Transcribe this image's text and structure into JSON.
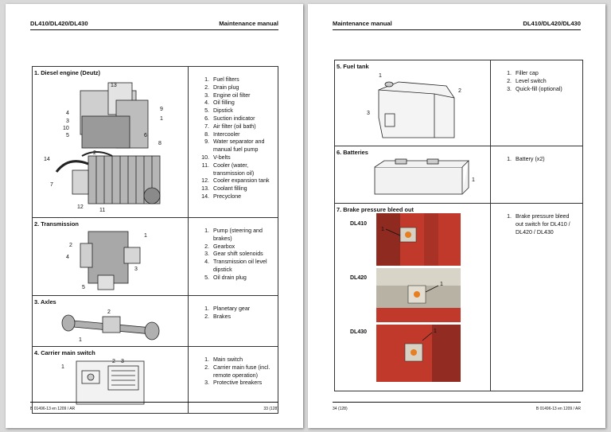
{
  "header": {
    "model": "DL410/DL420/DL430",
    "title": "Maintenance manual"
  },
  "left_page": {
    "footer": {
      "doc": "B 01496-13 en 1209 / AR",
      "page": "33 (128)"
    },
    "sections": [
      {
        "title": "1. Diesel engine (Deutz)",
        "callouts": [
          "13",
          "4",
          "3",
          "10",
          "5",
          "9",
          "1",
          "8",
          "6",
          "2",
          "14",
          "7",
          "12",
          "11"
        ],
        "items": [
          "Fuel filters",
          "Drain plug",
          "Engine oil filter",
          "Oil filling",
          "Dipstick",
          "Suction indicator",
          "Air filter (oil bath)",
          "Intercooler",
          "Water separator and manual fuel pump",
          "V-belts",
          "Cooler (water, transmission oil)",
          "Cooler expansion tank",
          "Coolant filling",
          "Precyclone"
        ]
      },
      {
        "title": "2. Transmission",
        "callouts": [
          "1",
          "2",
          "4",
          "3",
          "5"
        ],
        "items": [
          "Pump (steering and brakes)",
          "Gearbox",
          "Gear shift solenoids",
          "Transmission oil level dipstick",
          "Oil drain plug"
        ]
      },
      {
        "title": "3. Axles",
        "callouts": [
          "2",
          "1"
        ],
        "items": [
          "Planetary gear",
          "Brakes"
        ]
      },
      {
        "title": "4. Carrier main switch",
        "callouts": [
          "1",
          "2",
          "3"
        ],
        "items": [
          "Main switch",
          "Carrier main fuse (incl. remote operation)",
          "Protective breakers"
        ]
      }
    ]
  },
  "right_page": {
    "footer": {
      "page": "34 (128)",
      "doc": "B 01496-13 en 1209 / AR"
    },
    "sections": [
      {
        "title": "5. Fuel tank",
        "callouts": [
          "1",
          "2",
          "3"
        ],
        "items": [
          "Filler cap",
          "Level switch",
          "Quick-fill (optional)"
        ]
      },
      {
        "title": "6. Batteries",
        "callouts": [
          "1"
        ],
        "items": [
          "Battery (x2)"
        ]
      },
      {
        "title": "7. Brake pressure bleed out",
        "photo_labels": [
          "DL410",
          "DL420",
          "DL430"
        ],
        "callouts": [
          "1",
          "1",
          "1"
        ],
        "items": [
          "Brake pressure bleed out switch for DL410 / DL420 / DL430"
        ]
      }
    ]
  }
}
